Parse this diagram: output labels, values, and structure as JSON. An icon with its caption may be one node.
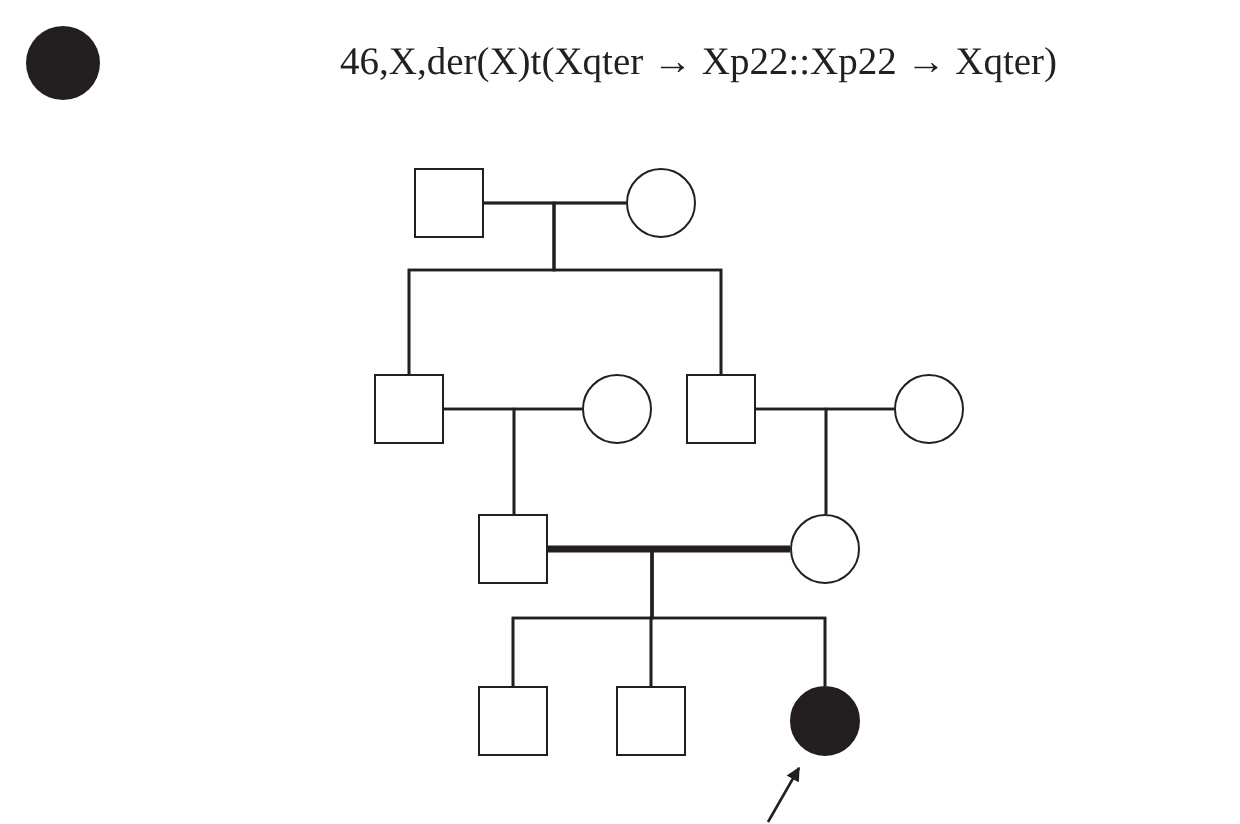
{
  "diagram": {
    "nodes": [
      {
        "text": [],
        "shape": "box"
      },
      {
        "text": [],
        "shape": "circle"
      },
      {
        "text": [],
        "shape": "box"
      },
      {
        "text": [],
        "shape": "circle"
      },
      {
        "text": [],
        "shape": "box"
      },
      {
        "text": [],
        "shape": "circle"
      },
      {
        "text": [],
        "shape": "box"
      },
      {
        "text": [],
        "shape": "circle"
      },
      {
        "text": [],
        "shape": "box"
      },
      {
        "text": [],
        "shape": "box"
      },
      {
        "text": [],
        "shape": "circle"
      }
    ],
    "edges": [
      {
        "from": 0,
        "to": 1,
        "arrow": "none"
      },
      {
        "from": 0,
        "to": 2,
        "arrow": "none"
      },
      {
        "from": 1,
        "to": 2,
        "arrow": "none"
      },
      {
        "from": 0,
        "to": 4,
        "arrow": "none"
      },
      {
        "from": 1,
        "to": 4,
        "arrow": "none"
      },
      {
        "from": 2,
        "to": 3,
        "arrow": "none"
      },
      {
        "from": 2,
        "to": 6,
        "arrow": "none"
      },
      {
        "from": 3,
        "to": 6,
        "arrow": "none"
      },
      {
        "from": 4,
        "to": 5,
        "arrow": "none"
      },
      {
        "from": 4,
        "to": 7,
        "arrow": "none"
      },
      {
        "from": 5,
        "to": 7,
        "arrow": "none"
      },
      {
        "from": 6,
        "to": 7,
        "arrow": "none",
        "style": "thick"
      },
      {
        "from": 6,
        "to": 8,
        "arrow": "none"
      },
      {
        "from": 7,
        "to": 8,
        "arrow": "none"
      },
      {
        "from": 6,
        "to": 9,
        "arrow": "none"
      },
      {
        "from": 7,
        "to": 9,
        "arrow": "none"
      },
      {
        "from": 6,
        "to": 10,
        "arrow": "none"
      },
      {
        "from": 7,
        "to": 10,
        "arrow": "none"
      },
      {
        "from": null,
        "to": 10,
        "arrow": "to"
      }
    ],
    "legend": [
      {
        "text": "46,X,der(X)t(Xqter → Xp22::Xp22 → Xqter)",
        "color": "#231f20"
      }
    ]
  }
}
